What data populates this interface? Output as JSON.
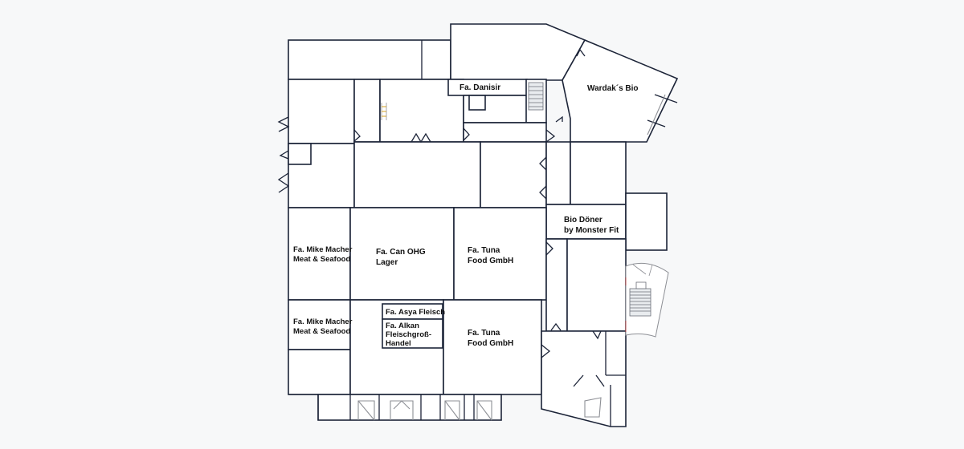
{
  "map": {
    "background": "#f7f8f9",
    "wall_color": "#1c2438",
    "room_fill": "#ffffff",
    "labels": {
      "danisir": "Fa. Danisir",
      "wardak": "Wardak´s Bio",
      "bio_doner_1": "Bio Döner",
      "bio_doner_2": "by Monster Fit",
      "mike_macher_a_1": "Fa. Mike  Macher",
      "mike_macher_a_2": "Meat & Seafood",
      "mike_macher_b_1": "Fa. Mike  Macher",
      "mike_macher_b_2": "Meat & Seafood",
      "can_ohg_1": "Fa. Can OHG",
      "can_ohg_2": "Lager",
      "tuna_a_1": "Fa. Tuna",
      "tuna_a_2": "Food GmbH",
      "tuna_b_1": "Fa. Tuna",
      "tuna_b_2": "Food GmbH",
      "asya": "Fa. Asya Fleisch",
      "alkan_1": "Fa. Alkan",
      "alkan_2": "Fleischgroß-",
      "alkan_3": "Handel"
    }
  }
}
